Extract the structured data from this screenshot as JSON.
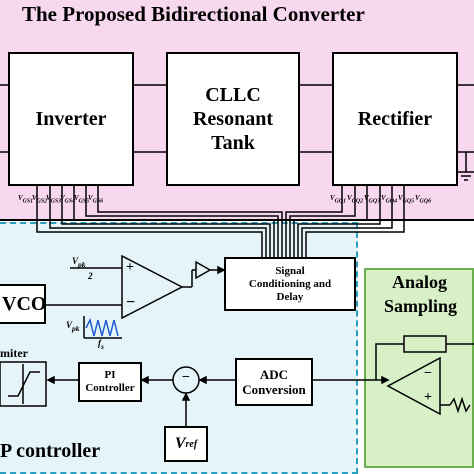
{
  "diagram": {
    "title": "The Proposed Bidirectional Converter",
    "blocks": {
      "inverter": "Inverter",
      "tank_line1": "CLLC",
      "tank_line2": "Resonant",
      "tank_line3": "Tank",
      "rectifier": "Rectifier",
      "signal_line1": "Signal",
      "signal_line2": "Conditioning and",
      "signal_line3": "Delay",
      "vco": "VCO",
      "pi_line1": "PI",
      "pi_line2": "Controller",
      "adc_line1": "ADC",
      "adc_line2": "Conversion",
      "vref": "V",
      "vref_sub": "ref"
    },
    "gate_signals_inverter": [
      "V",
      "V",
      "V",
      "V",
      "V",
      "V"
    ],
    "gate_signals_inverter_sub": [
      "GS1",
      "GS2",
      "GS3",
      "GS4",
      "GS5",
      "GS6"
    ],
    "gate_signals_rectifier": [
      "V",
      "V",
      "V",
      "V",
      "V",
      "V"
    ],
    "gate_signals_rectifier_sub": [
      "GQ1",
      "GQ2",
      "GQ3",
      "GQ4",
      "GQ5",
      "GQ6"
    ],
    "labels": {
      "vpk_top": "V",
      "vpk_top_sub": "pk",
      "div_two": "2",
      "vpk_mid": "V",
      "vpk_mid_sub": "pk",
      "fs": "f",
      "fs_sub": "s",
      "limiter": "miter",
      "controller": "P controller",
      "analog_line1": "Analog",
      "analog_line2": "Sampling",
      "minus": "−",
      "plus": "+"
    },
    "colors": {
      "converter_bg": "#f7d8ee",
      "controller_bg": "#e5f4f8",
      "controller_border": "#2aa0c0",
      "sampling_bg": "#d8f0c8",
      "sampling_border": "#6ab04c"
    }
  }
}
